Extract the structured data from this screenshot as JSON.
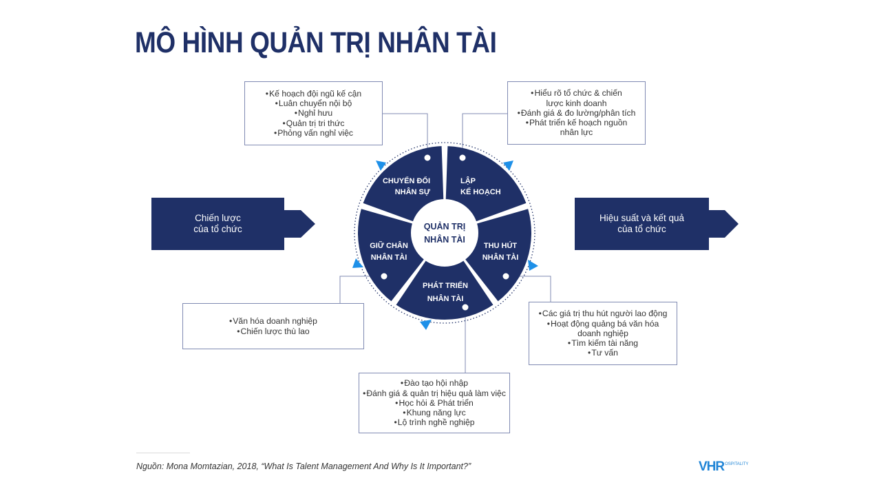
{
  "title": "MÔ HÌNH QUẢN TRỊ NHÂN TÀI",
  "left_block": {
    "line1": "Chiến lược",
    "line2": "của tổ chức"
  },
  "right_block": {
    "line1": "Hiệu suất và kết quả",
    "line2": "của tổ chức"
  },
  "center": {
    "line1": "QUẢN TRỊ",
    "line2": "NHÂN TÀI"
  },
  "segments": [
    {
      "line1": "LẬP",
      "line2": "KẾ HOẠCH"
    },
    {
      "line1": "THU HÚT",
      "line2": "NHÂN TÀI"
    },
    {
      "line1": "PHÁT TRIỂN",
      "line2": "NHÂN TÀI"
    },
    {
      "line1": "GIỮ CHÂN",
      "line2": "NHÂN TÀI"
    },
    {
      "line1": "CHUYỂN ĐỔI",
      "line2": "NHÂN SỰ"
    }
  ],
  "boxes": {
    "chuyen_doi": [
      "Kế hoạch đội ngũ kế cận",
      "Luân chuyển nội bộ",
      "Nghỉ hưu",
      "Quản trị tri thức",
      "Phỏng vấn nghỉ việc"
    ],
    "lap_ke_hoach": [
      "Hiểu rõ tổ chức & chiến lược kinh doanh",
      "Đánh giá & đo lường/phân tích",
      "Phát triển kế hoạch nguồn nhân lực"
    ],
    "giu_chan": [
      "Văn hóa doanh nghiệp",
      "Chiến lược thù lao"
    ],
    "thu_hut": [
      "Các giá trị thu hút người lao động",
      "Hoạt động quảng bá văn hóa doanh nghiệp",
      "Tìm kiếm tài năng",
      "Tư vấn"
    ],
    "phat_trien": [
      "Đào tạo hội nhập",
      "Đánh giá & quản trị hiệu quả làm việc",
      "Học hỏi & Phát triển",
      "Khung năng lực",
      "Lộ trình nghề nghiệp"
    ]
  },
  "source": "Nguồn: Mona Momtazian, 2018, “What Is Talent Management And Why Is It Important?”",
  "logo": {
    "main": "VHR",
    "sub": "OSPITALITY"
  },
  "colors": {
    "navy": "#1f3067",
    "accent_blue": "#1e90e8",
    "connector": "#7f89b2",
    "text": "#333333"
  }
}
